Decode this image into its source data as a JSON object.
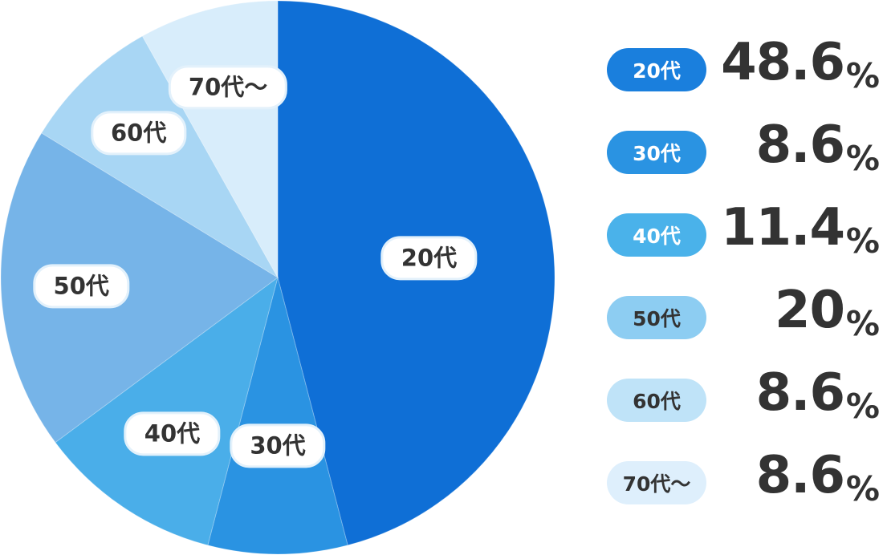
{
  "chart_data": {
    "type": "pie",
    "start_angle_deg": -90,
    "direction": "clockwise",
    "unit": "%",
    "slices": [
      {
        "label": "20代",
        "value": 48.6,
        "value_text": "48.6",
        "color": "#0f6fd6",
        "badge_color": "#1a7fdd",
        "badge_text_color": "#ffffff"
      },
      {
        "label": "30代",
        "value": 8.6,
        "value_text": "8.6",
        "color": "#2a93e2",
        "badge_color": "#2a93e2",
        "badge_text_color": "#ffffff"
      },
      {
        "label": "40代",
        "value": 11.4,
        "value_text": "11.4",
        "color": "#4aaee9",
        "badge_color": "#4ab2ea",
        "badge_text_color": "#ffffff"
      },
      {
        "label": "50代",
        "value": 20,
        "value_text": "20",
        "color": "#76b4e8",
        "badge_color": "#8dcdf2",
        "badge_text_color": "#333333"
      },
      {
        "label": "60代",
        "value": 8.6,
        "value_text": "8.6",
        "color": "#a8d6f4",
        "badge_color": "#bfe3f8",
        "badge_text_color": "#333333"
      },
      {
        "label": "70代〜",
        "value": 8.6,
        "value_text": "8.6",
        "color": "#d8edfb",
        "badge_color": "#deeffc",
        "badge_text_color": "#333333"
      }
    ]
  }
}
